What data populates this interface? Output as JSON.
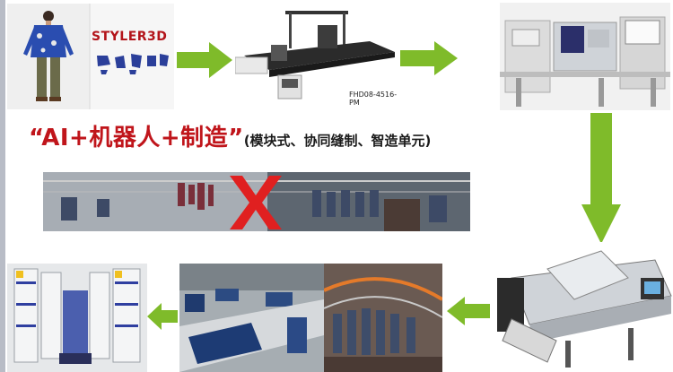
{
  "header": {
    "title_main": "“AI+机器人+制造”",
    "title_sub": "(模块式、协同缝制、智造单元)"
  },
  "panels": {
    "design": {
      "brand": "STYLER3D"
    },
    "cutter": {
      "model": "FHD08-4516-PM"
    }
  },
  "colors": {
    "arrow": "#7fbb2a",
    "title": "#c0151b",
    "cross": "#e02020"
  },
  "icons": [
    "arrow-right-icon",
    "arrow-down-icon",
    "arrow-left-icon",
    "cross-icon"
  ]
}
